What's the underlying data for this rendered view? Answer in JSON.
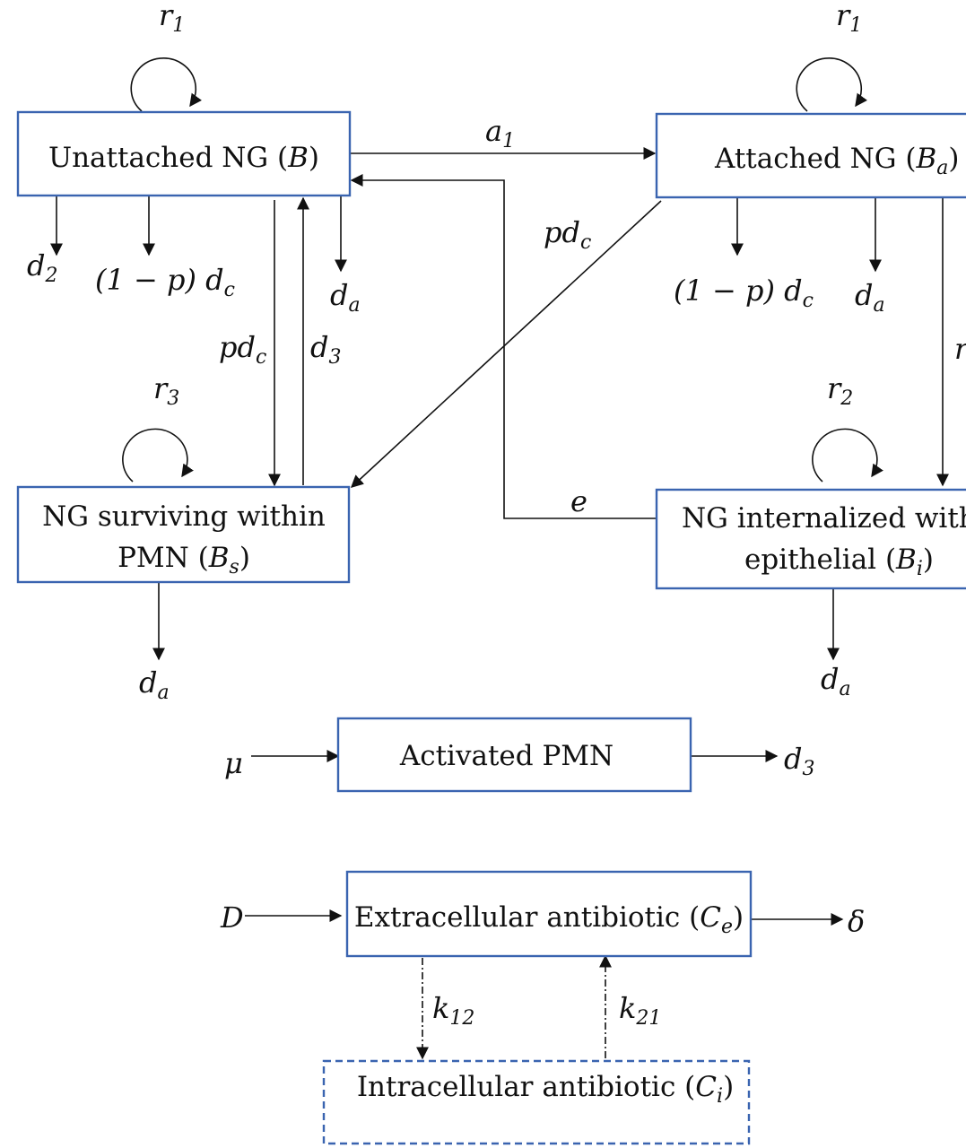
{
  "nodes": {
    "unattached": {
      "label": "Unattached NG (",
      "var": "B",
      "sub": "",
      "tail": ")"
    },
    "attached": {
      "label": "Attached NG (",
      "var": "B",
      "sub": "a",
      "tail": ")"
    },
    "surviving": {
      "line1": "NG surviving within",
      "line2": "PMN (",
      "var": "B",
      "sub": "s",
      "tail": ")"
    },
    "internalized": {
      "line1": "NG internalized within",
      "line2": "epithelial (",
      "var": "B",
      "sub": "i",
      "tail": ")"
    },
    "pmn": {
      "label": "Activated PMN"
    },
    "extracellular": {
      "label": "Extracellular antibiotic (",
      "var": "C",
      "sub": "e",
      "tail": ")"
    },
    "intracellular": {
      "label": "Intracellular antibiotic (",
      "var": "C",
      "sub": "i",
      "tail": ")"
    }
  },
  "rates": {
    "r1_left": {
      "base": "r",
      "sub": "1"
    },
    "r1_right": {
      "base": "r",
      "sub": "1"
    },
    "r3": {
      "base": "r",
      "sub": "3"
    },
    "r2": {
      "base": "r",
      "sub": "2"
    },
    "r_cut": {
      "base": "r",
      "sub": ""
    },
    "a1": {
      "base": "a",
      "sub": "1"
    },
    "pdc_top": {
      "base": "pd",
      "sub": "c"
    },
    "pdc_vertical": {
      "base": "pd",
      "sub": "c"
    },
    "d3_vertical": {
      "base": "d",
      "sub": "3"
    },
    "d2": {
      "base": "d",
      "sub": "2"
    },
    "one_minus_p_left": {
      "base": "(1 − p) d",
      "sub": "c"
    },
    "one_minus_p_right": {
      "base": "(1 − p) d",
      "sub": "c"
    },
    "da_unattached": {
      "base": "d",
      "sub": "a"
    },
    "da_attached": {
      "base": "d",
      "sub": "a"
    },
    "da_surviving": {
      "base": "d",
      "sub": "a"
    },
    "da_internalized": {
      "base": "d",
      "sub": "a"
    },
    "e": {
      "base": "e",
      "sub": ""
    },
    "mu": {
      "base": "μ",
      "sub": ""
    },
    "d3_pmn": {
      "base": "d",
      "sub": "3"
    },
    "D": {
      "base": "D",
      "sub": ""
    },
    "delta": {
      "base": "δ",
      "sub": ""
    },
    "k12": {
      "base": "k",
      "sub": "12"
    },
    "k21": {
      "base": "k",
      "sub": "21"
    }
  },
  "colors": {
    "box_stroke": "#3a64b0",
    "line": "#111111"
  }
}
